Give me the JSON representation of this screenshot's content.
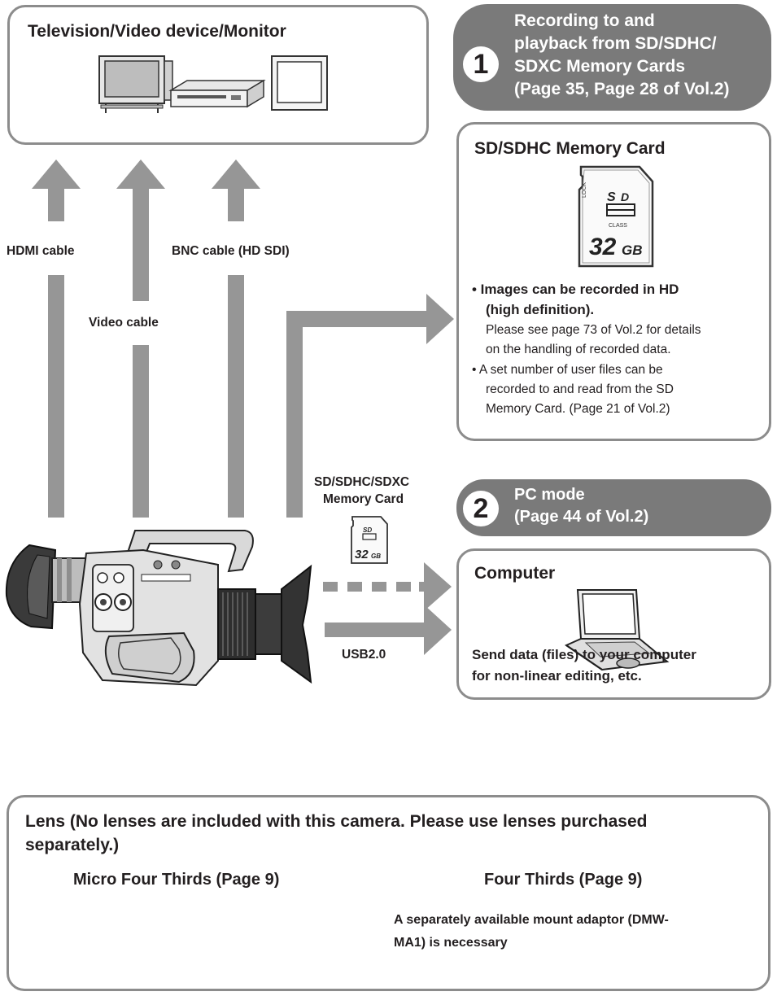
{
  "tv_box": {
    "title": "Television/Video device/Monitor"
  },
  "section1": {
    "number": "1",
    "lines": [
      "Recording to and",
      "playback from SD/SDHC/",
      "SDXC Memory Cards",
      "(Page 35, Page 28 of Vol.2)"
    ]
  },
  "sd_box": {
    "title": "SD/SDHC Memory Card",
    "card_capacity": "32",
    "card_unit": "GB",
    "card_class": "CLASS",
    "card_lock": "LOCK",
    "bullet1_bold": [
      "• Images can be recorded in HD",
      "(high definition)."
    ],
    "bullet1_text": [
      "Please see page 73 of Vol.2 for details",
      "on the handling of recorded data."
    ],
    "bullet2": [
      "• A set number of user files can be",
      "recorded to and read from the SD",
      "Memory Card. (Page 21 of Vol.2)"
    ]
  },
  "cables": {
    "hdmi": "HDMI cable",
    "video": "Video cable",
    "bnc": "BNC cable (HD SDI)",
    "sd_card": [
      "SD/SDHC/SDXC",
      "Memory Card"
    ],
    "usb": "USB2.0"
  },
  "section2": {
    "number": "2",
    "lines": [
      "PC mode",
      "(Page 44 of Vol.2)"
    ]
  },
  "computer_box": {
    "title": "Computer",
    "desc": [
      "Send data (files) to your computer",
      "for non-linear editing, etc."
    ]
  },
  "lens_box": {
    "title": [
      "Lens (No lenses are included with this camera. Please use lenses purchased",
      "separately.)"
    ],
    "micro": "Micro Four Thirds (Page 9)",
    "four": "Four Thirds (Page 9)",
    "adaptor": [
      "A separately available mount adaptor (DMW-",
      "MA1) is necessary"
    ]
  },
  "colors": {
    "arrow": "#969696",
    "banner": "#7a7a7a",
    "border": "#8c8c8c"
  }
}
